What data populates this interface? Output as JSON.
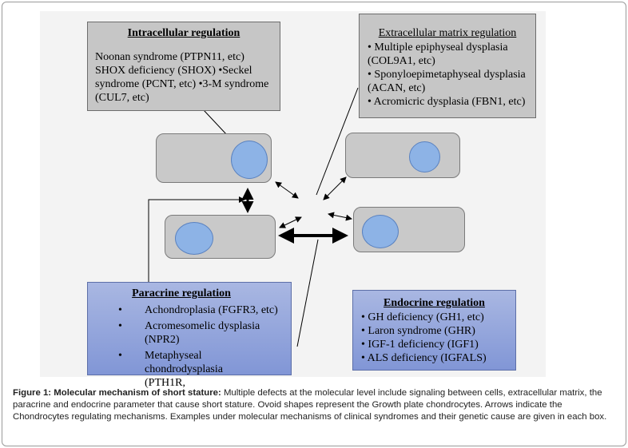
{
  "intracellular": {
    "title": "Intracellular regulation",
    "text": "Noonan syndrome (PTPN11, etc) SHOX deficiency (SHOX) •Seckel syndrome (PCNT, etc) •3-M syndrome (CUL7, etc)"
  },
  "extracellular": {
    "title": "Extracellular matrix regulation",
    "items": [
      "• Multiple epiphyseal dysplasia (COL9A1, etc)",
      "• Sponyloepimetaphyseal dysplasia (ACAN, etc)",
      "• Acromicric dysplasia (FBN1, etc)"
    ]
  },
  "paracrine": {
    "title": "Paracrine regulation",
    "items": [
      "Achondroplasia (FGFR3, etc)",
      "Acromesomelic dysplasia (NPR2)",
      "Metaphyseal chondrodysplasia (PTH1R,"
    ]
  },
  "endocrine": {
    "title": "Endocrine regulation",
    "items": [
      "• GH deficiency (GH1, etc)",
      "• Laron syndrome (GHR)",
      "• IGF-1 deficiency (IGF1)",
      "• ALS deficiency (IGFALS)"
    ]
  },
  "caption": {
    "label": "Figure 1: Molecular mechanism of short stature:",
    "text": " Multiple defects at the molecular level include signaling between cells, extracellular matrix, the paracrine and endocrine parameter that cause short stature. Ovoid shapes represent the Growth plate chondrocytes. Arrows indicate the Chondrocytes regulating mechanisms. Examples under molecular mechanisms of clinical syndromes and their genetic cause are given in each box."
  }
}
